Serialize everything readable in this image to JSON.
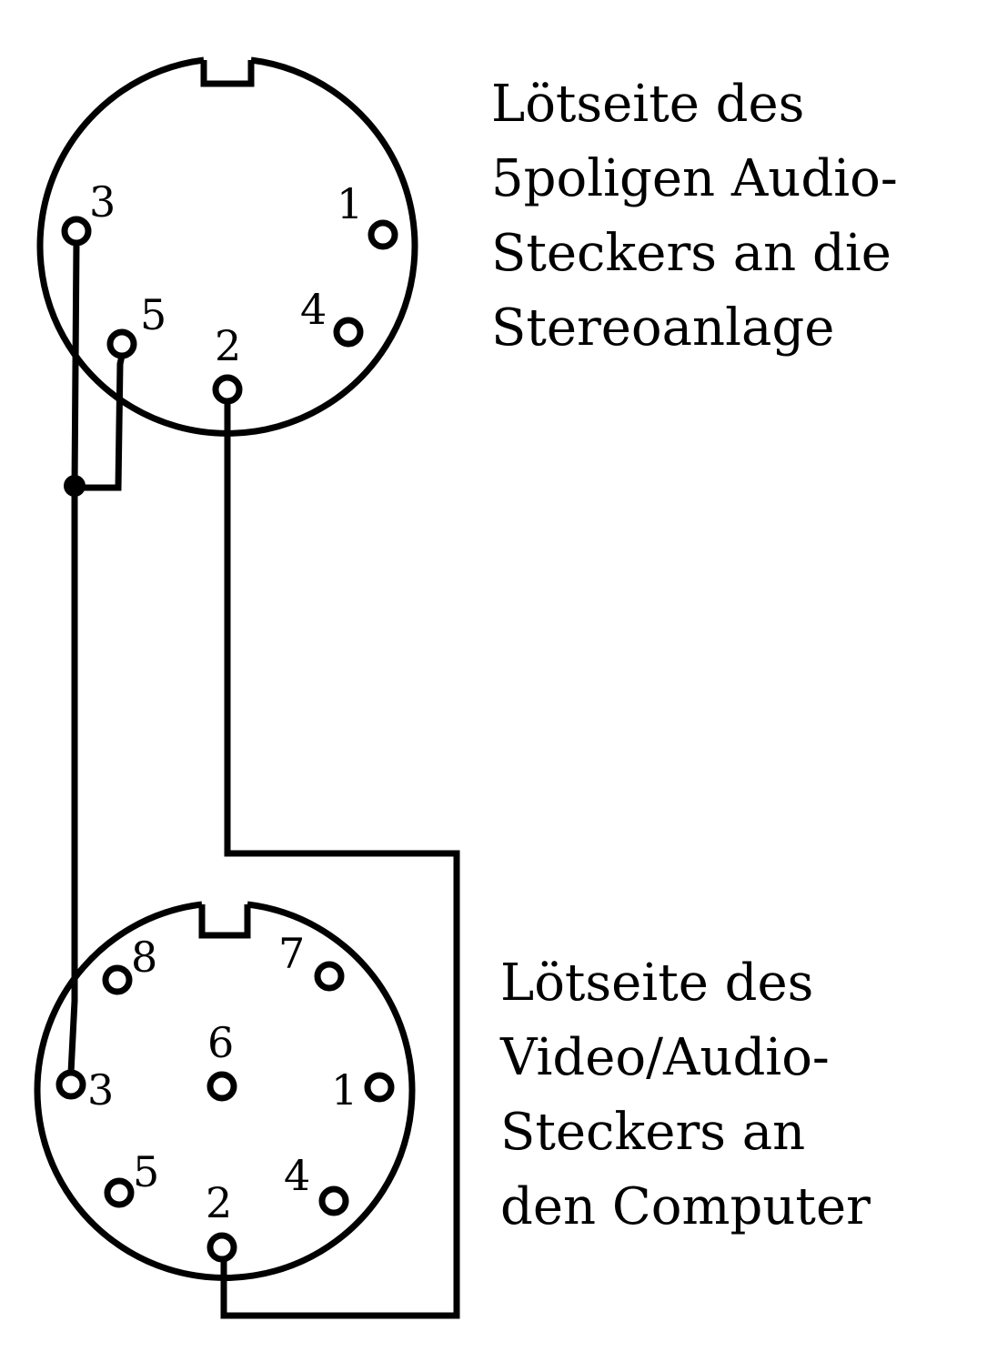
{
  "captions": {
    "top": [
      "Lötseite des",
      "5poligen Audio-",
      "Steckers an die",
      "Stereoanlage"
    ],
    "bottom": [
      "Lötseite des",
      "Video/Audio-",
      "Steckers an",
      "den Computer"
    ]
  },
  "top_connector": {
    "pins": [
      "1",
      "2",
      "3",
      "4",
      "5"
    ]
  },
  "bottom_connector": {
    "pins": [
      "1",
      "2",
      "3",
      "4",
      "5",
      "6",
      "7",
      "8"
    ]
  }
}
